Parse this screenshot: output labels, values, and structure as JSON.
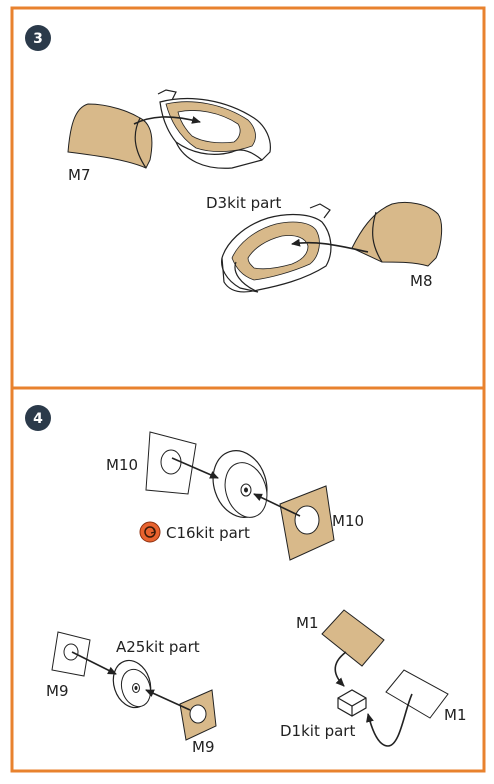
{
  "colors": {
    "frame": "#e8822e",
    "badge": "#2b3a4a",
    "mask": "#d8b98a",
    "ink": "#222222",
    "kit_icon": "#e8622e"
  },
  "steps": [
    {
      "number": "3",
      "labels": {
        "m7": "M7",
        "d3": "D3kit part",
        "m8": "M8"
      }
    },
    {
      "number": "4",
      "labels": {
        "m10_left": "M10",
        "m10_right": "M10",
        "c16": "C16kit part",
        "a25": "A25kit part",
        "m9_left": "M9",
        "m9_bottom": "M9",
        "m1_top": "M1",
        "m1_right": "M1",
        "d1": "D1kit part"
      }
    }
  ]
}
